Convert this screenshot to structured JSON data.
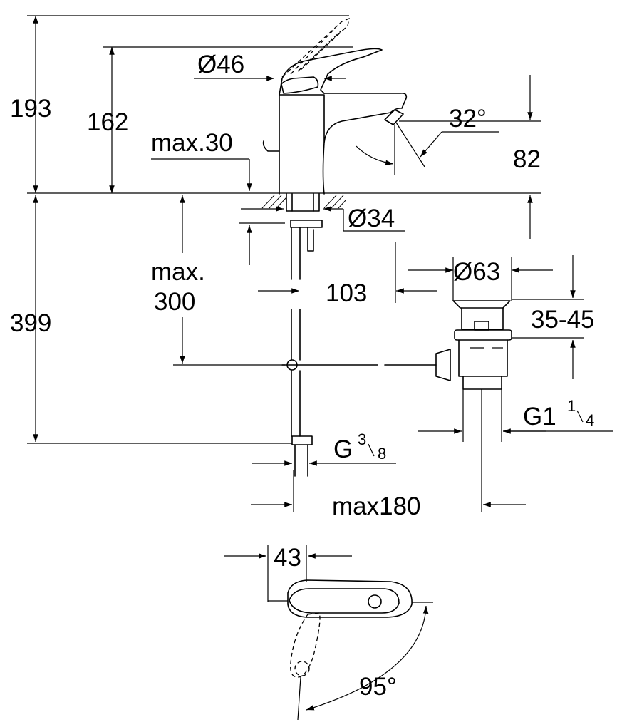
{
  "dimensions": {
    "total_height": "193",
    "spout_height": "162",
    "base_diameter": "Ø46",
    "max_deck": "max.30",
    "lever_angle": "32°",
    "outlet_height": "82",
    "hole_diameter": "Ø34",
    "max_below_1": "max.",
    "max_below_2": "300",
    "total_below": "399",
    "drain_offset": "103",
    "waste_diameter": "Ø63",
    "waste_range": "35-45",
    "waste_thread_main": "G1",
    "waste_thread_num": "1",
    "waste_thread_den": "4",
    "supply_thread_main": "G",
    "supply_thread_num": "3",
    "supply_thread_den": "8",
    "max_distance": "max180",
    "lever_length": "43",
    "rotation_angle": "95°"
  }
}
